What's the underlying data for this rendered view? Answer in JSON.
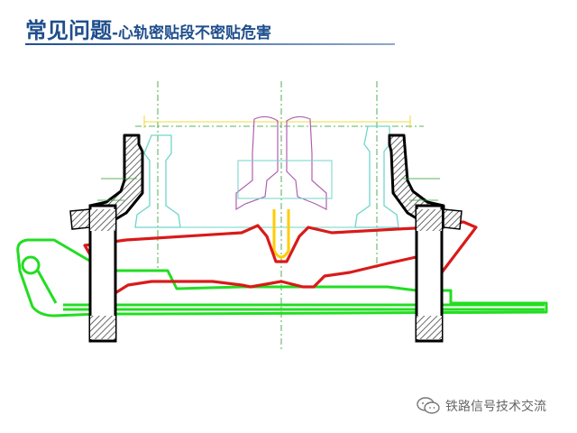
{
  "title": {
    "main": "常见问题",
    "sub": "-心轨密贴段不密贴危害"
  },
  "watermark": {
    "text": "铁路信号技术交流",
    "icon": "wechat-icon"
  },
  "colors": {
    "title": "#1f4e8c",
    "tie_plate_fault": "#d91a1a",
    "slide_plate": "#22dd22",
    "rail_outline": "#6fd6c9",
    "frog_rail": "#b060b0",
    "centerline": "#2a9a2a",
    "gap": "#ffcc00",
    "hatch": "#333333"
  }
}
